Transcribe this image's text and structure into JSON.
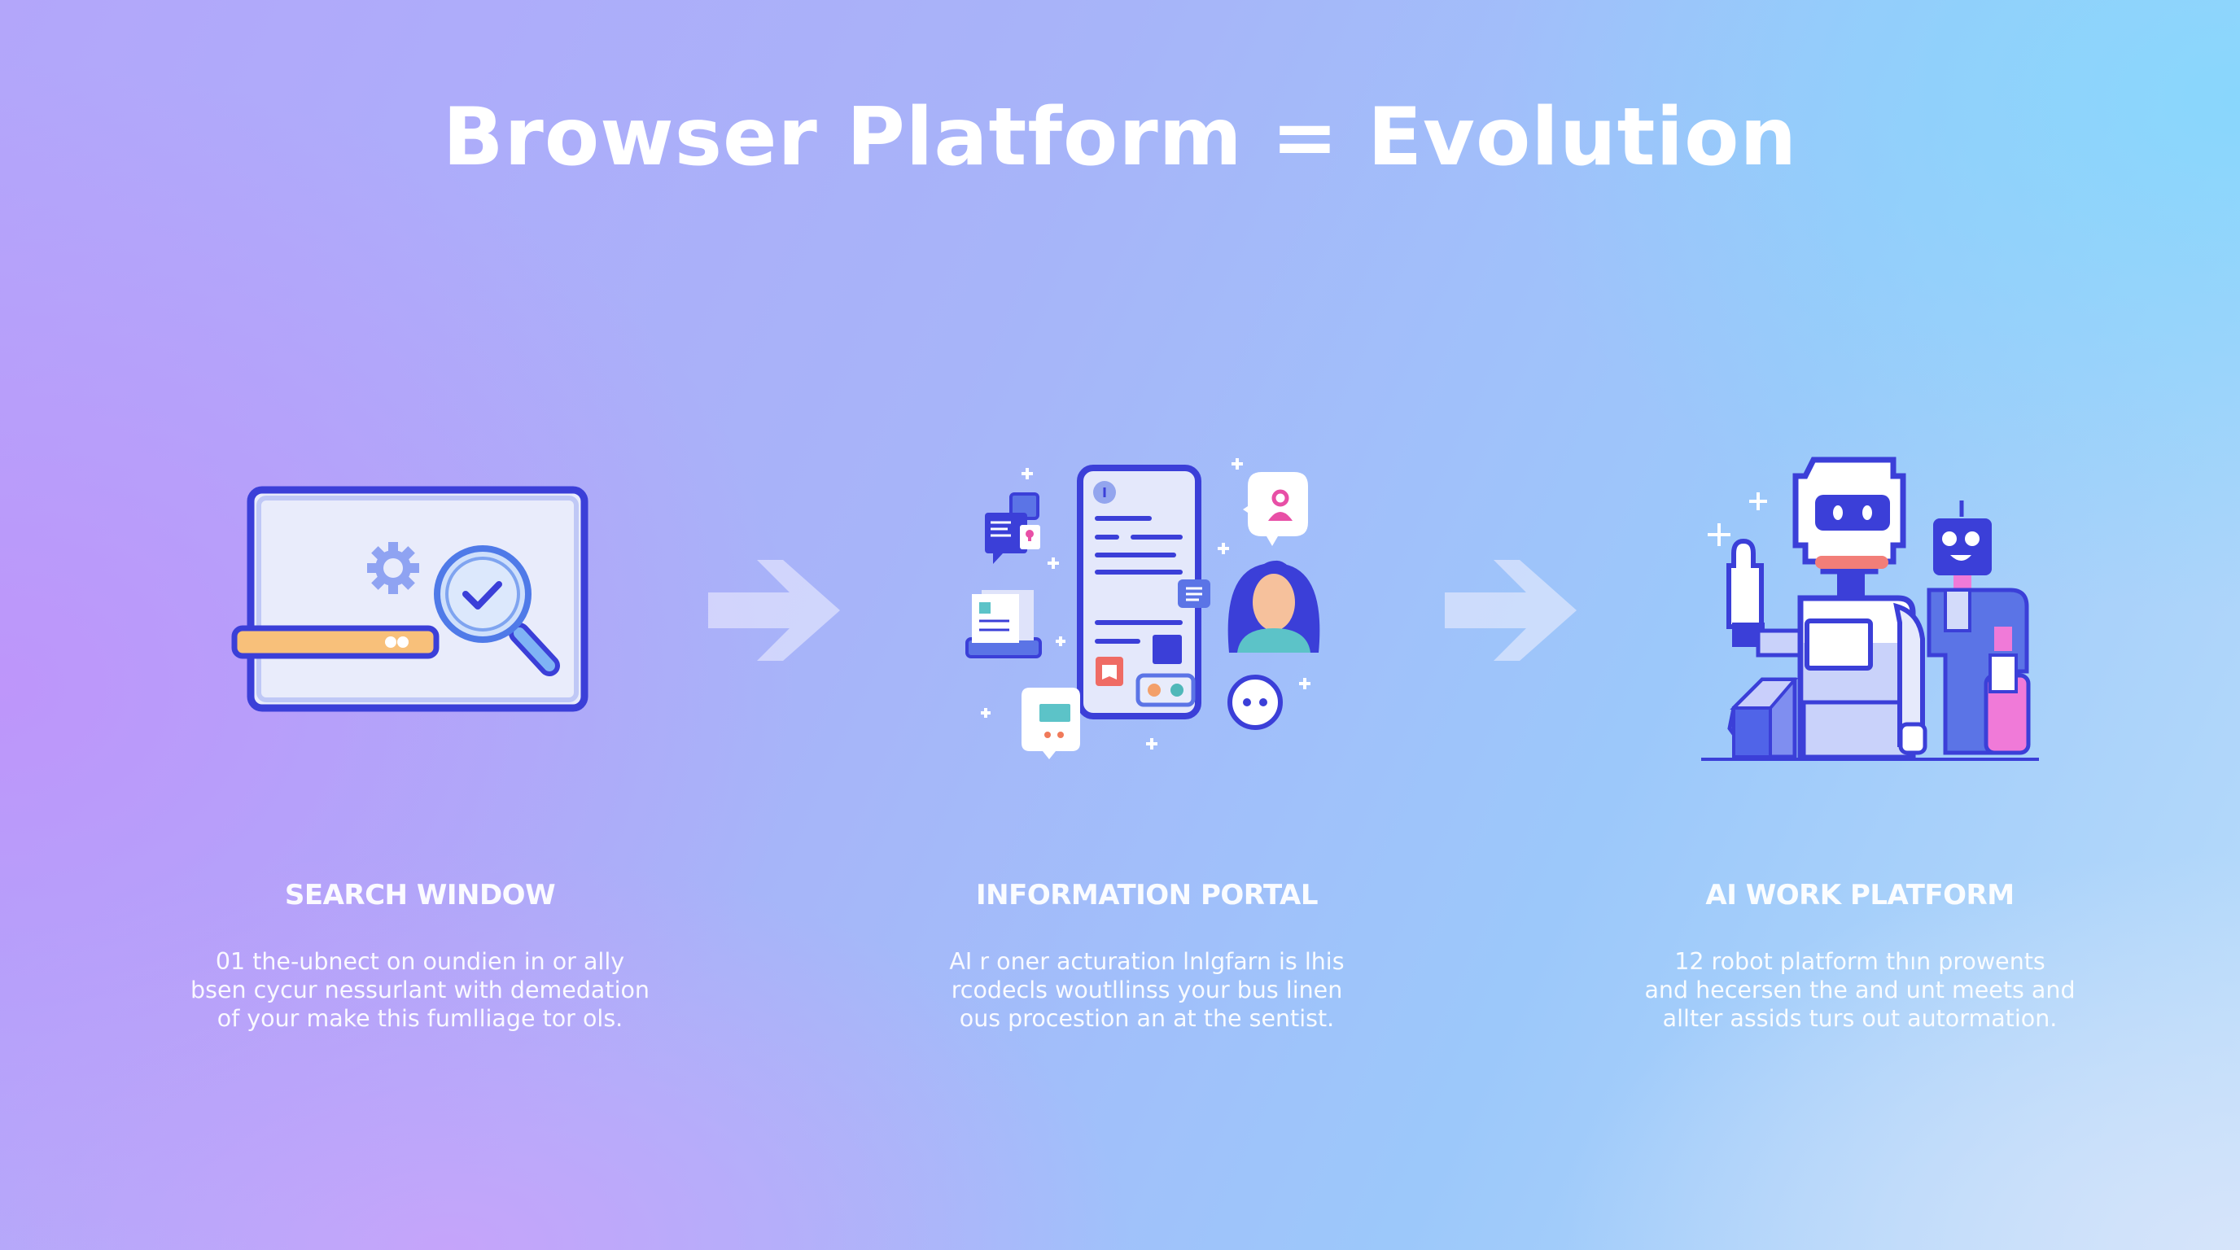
{
  "header": {
    "title": "Browser Platform = Evolution"
  },
  "colors": {
    "background_left": "#bf94fb",
    "background_top_right": "#8bd8fc",
    "background_bottom_right": "#d4e2fa",
    "title_text": "#ffffff",
    "icon_outline": "#3b3fd8",
    "icon_fill_light": "#e8ecfb",
    "accent_orange": "#f8c07a",
    "accent_pink": "#f07ad8",
    "accent_teal": "#5cc3c8",
    "accent_red": "#ef6b64",
    "arrow": "#dcdcfb"
  },
  "stages": [
    {
      "icon": "browser-search-window-icon",
      "heading": "SEARCH WINDOW",
      "description_lines": [
        "01 the-ubnect on oundien in or ally",
        "bsen cycur nessurlant with demedation",
        "of your make this fumlliage tor ols."
      ]
    },
    {
      "icon": "information-portal-phone-icon",
      "heading": "INFORMATION PORTAL",
      "description_lines": [
        "AI  r oner acturation lnlgfarn is lhis",
        "rcodecls woutllinss your bus linen",
        "ous procestion an at the sentist."
      ]
    },
    {
      "icon": "ai-robots-icon",
      "heading": "AI WORK PLATFORM",
      "description_lines": [
        "12 robot platform thın prowents",
        "and hecersen the and unt meets and",
        "allter assids turs out autormation."
      ]
    }
  ],
  "arrows": [
    {
      "icon": "arrow-right-icon"
    },
    {
      "icon": "arrow-right-icon"
    }
  ]
}
